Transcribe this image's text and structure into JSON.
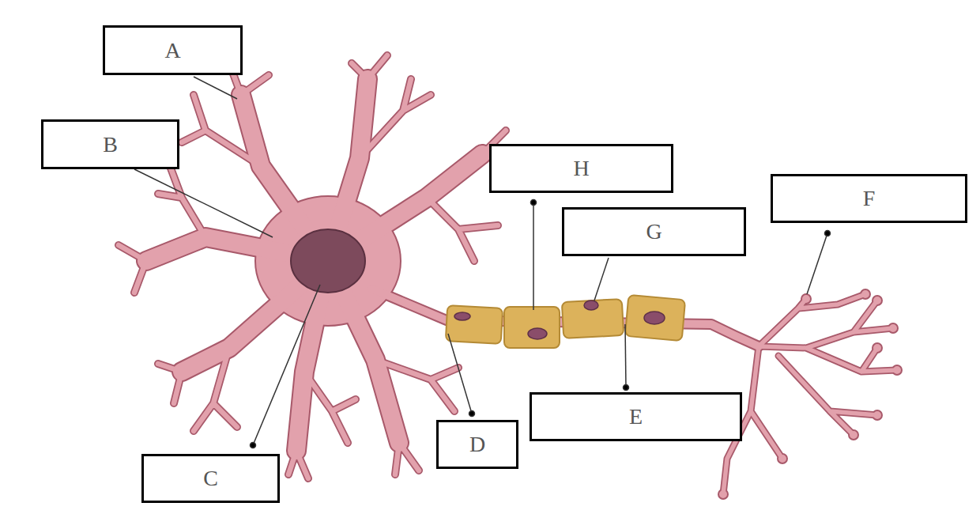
{
  "diagram": {
    "nodes": [
      {
        "text": [
          "A"
        ]
      },
      {
        "text": [
          "B"
        ]
      },
      {
        "text": [
          "H"
        ]
      },
      {
        "text": [
          "F"
        ]
      },
      {
        "text": [
          "G"
        ]
      },
      {
        "text": [
          "E"
        ]
      },
      {
        "text": [
          "D"
        ]
      },
      {
        "text": [
          "C"
        ]
      }
    ]
  }
}
